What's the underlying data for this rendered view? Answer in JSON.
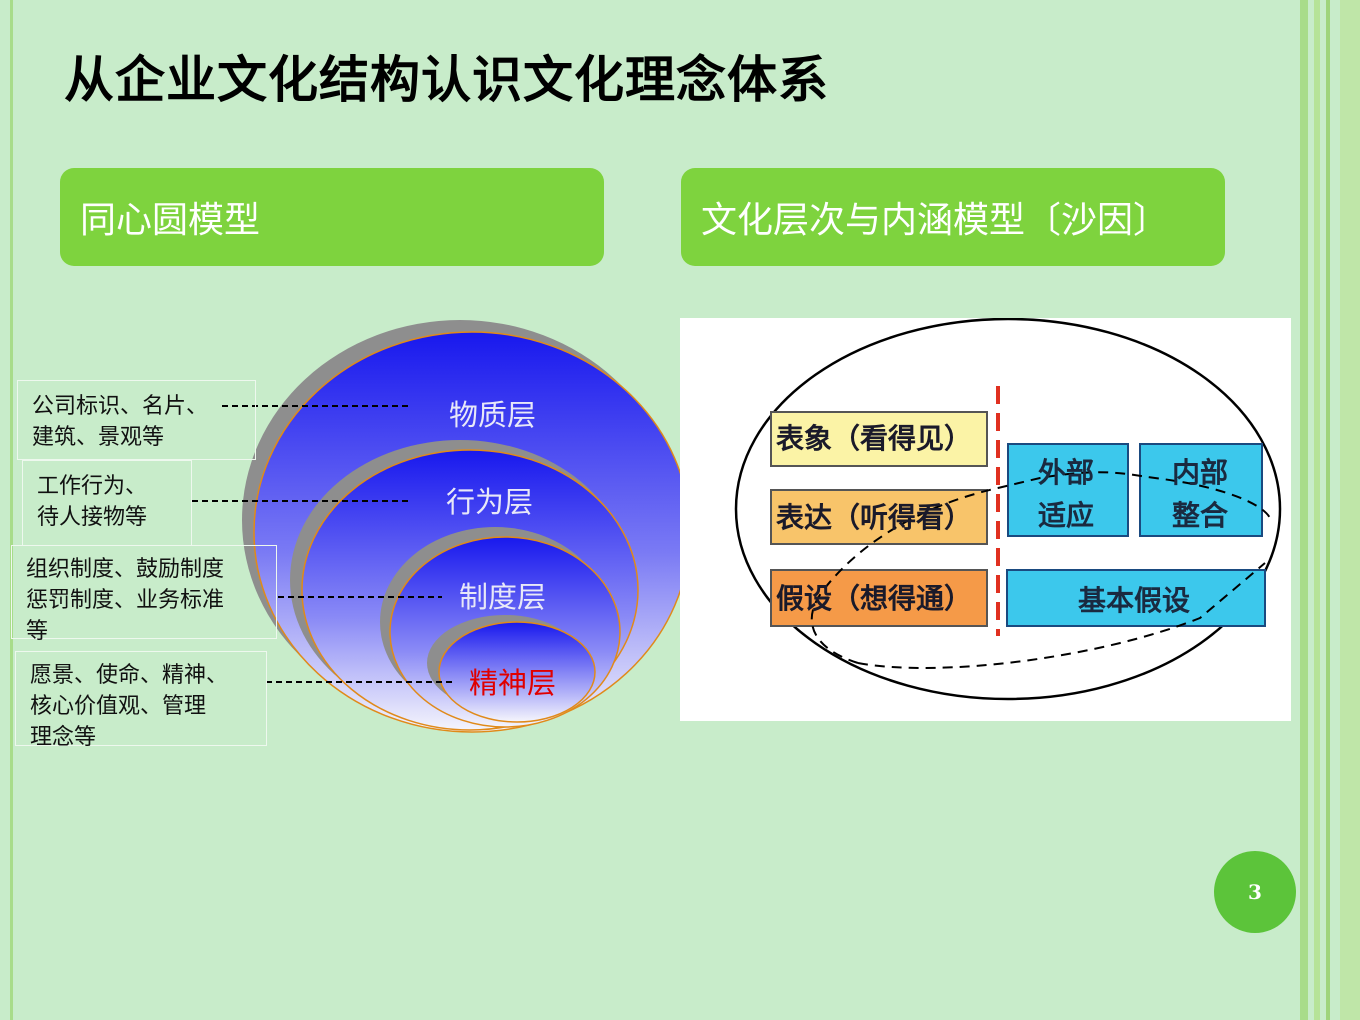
{
  "slide": {
    "title": "从企业文化结构认识文化理念体系",
    "page_number": "3"
  },
  "headers": {
    "left": "同心圆模型",
    "right": "文化层次与内涵模型〔沙因〕"
  },
  "concentric_model": {
    "layers": [
      {
        "label": "物质层",
        "note": "公司标识、名片、\n建筑、景观等"
      },
      {
        "label": "行为层",
        "note": "工作行为、\n待人接物等"
      },
      {
        "label": "制度层",
        "note": "组织制度、鼓励制度\n惩罚制度、业务标准\n等"
      },
      {
        "label": "精神层",
        "note": "愿景、使命、精神、\n核心价值观、管理\n理念等"
      }
    ],
    "colors": {
      "outer": "#1c1cf0",
      "inner_fade": "#ffffff",
      "outline": "#e08a1a",
      "core_text": "#e00000"
    }
  },
  "schein_model": {
    "levels": [
      {
        "label": "表象（看得见）",
        "color": "#fbf3a6"
      },
      {
        "label": "表达（听得看）",
        "color": "#f8c46a"
      },
      {
        "label": "假设（想得通）",
        "color": "#f59a48"
      }
    ],
    "external": {
      "line1": "外部",
      "line2": "适应"
    },
    "internal": {
      "line1": "内部",
      "line2": "整合"
    },
    "basic": "基本假设",
    "box_color": "#3cc8ec",
    "divider_color": "#e03020"
  }
}
